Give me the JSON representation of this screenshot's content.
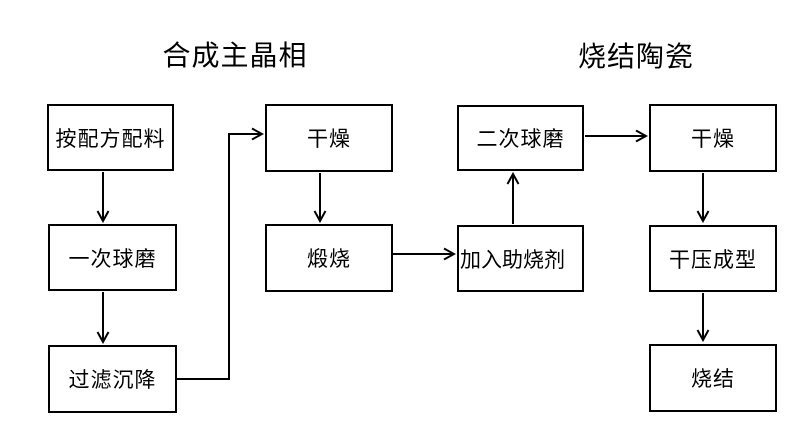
{
  "diagram": {
    "titles": {
      "left": "合成主晶相",
      "right": "烧结陶瓷"
    },
    "boxes": {
      "batching": "按配方配料",
      "first_ball_milling": "一次球磨",
      "filter_settling": "过滤沉降",
      "drying_left": "干燥",
      "calcination": "煅烧",
      "add_sintering_aid": "加入助烧剂",
      "second_ball_milling": "二次球磨",
      "drying_right": "干燥",
      "dry_pressing": "干压成型",
      "sintering": "烧结"
    },
    "colors": {
      "line": "#000000",
      "background": "#ffffff",
      "text": "#000000"
    }
  }
}
